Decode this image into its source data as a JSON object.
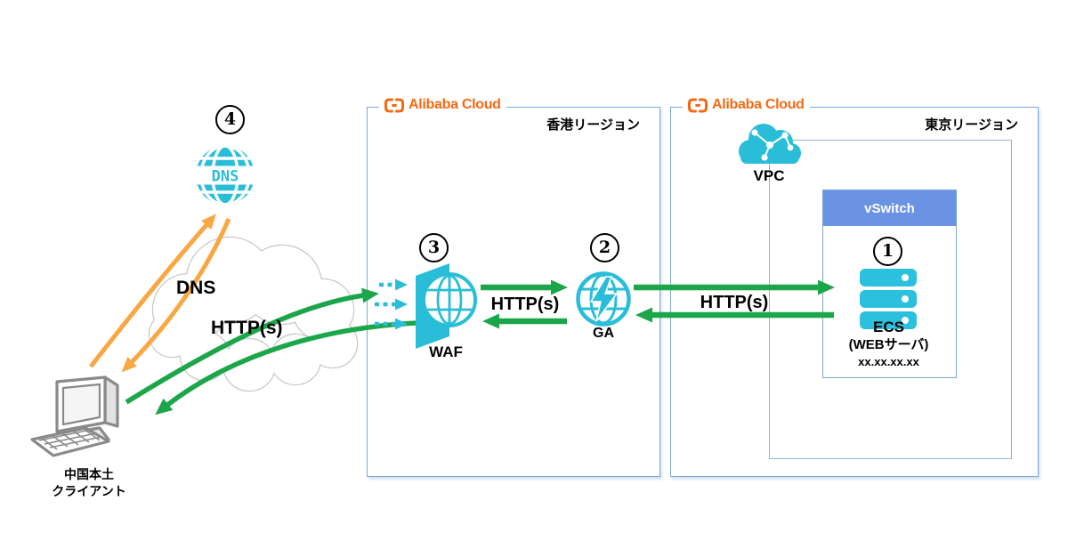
{
  "client": {
    "label": [
      "中国本土",
      "クライアント"
    ]
  },
  "steps": {
    "ecs": "1",
    "ga": "2",
    "waf": "3",
    "dns": "4"
  },
  "dns_node": {
    "icon_text": "DNS"
  },
  "cloud_labels": {
    "dns": "DNS",
    "http": "HTTP(s)"
  },
  "regions": {
    "hongkong": {
      "provider": "Alibaba Cloud",
      "name": "香港リージョン"
    },
    "tokyo": {
      "provider": "Alibaba Cloud",
      "name": "東京リージョン"
    }
  },
  "nodes": {
    "waf": {
      "label": "WAF"
    },
    "ga": {
      "label": "GA"
    },
    "vpc": {
      "label": "VPC"
    },
    "vswitch": {
      "title": "vSwitch"
    },
    "ecs": {
      "label": "ECS",
      "sub": "(WEBサーバ)",
      "ip": "xx.xx.xx.xx"
    }
  },
  "links": {
    "waf_ga": "HTTP(s)",
    "ga_ecs": "HTTP(s)"
  },
  "colors": {
    "cyan": "#29bdd8",
    "green": "#1ca64a",
    "orange": "#f9a743",
    "alibaba_orange": "#f56a13",
    "box_border": "#7ba7d7",
    "vswitch_header": "#6b93e4"
  }
}
